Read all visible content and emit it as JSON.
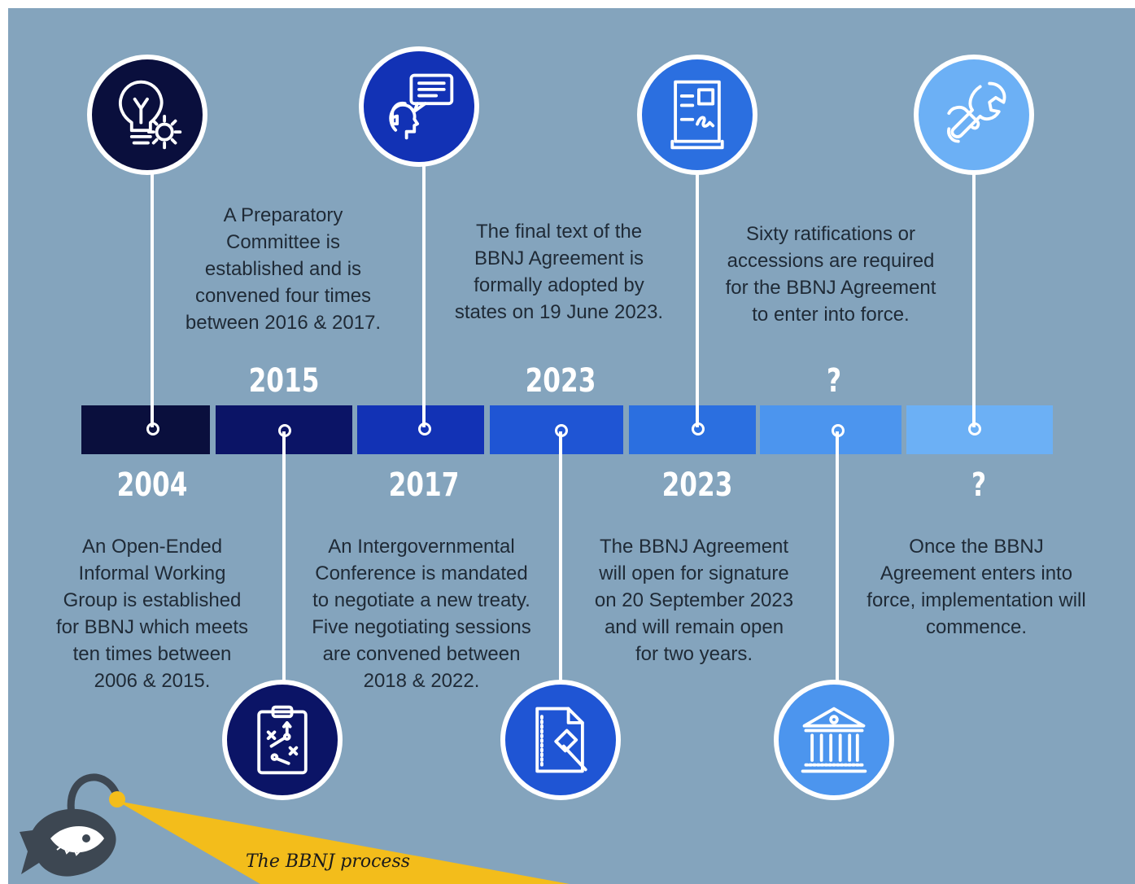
{
  "title": "The BBNJ process",
  "colors": {
    "background": "#84a4bd",
    "seg1": "#0a0f3d",
    "seg2": "#0b1466",
    "seg3": "#1232b5",
    "seg4": "#1f55d4",
    "seg5": "#2b6fe0",
    "seg6": "#4c95ee",
    "seg7": "#6cb0f5",
    "beam": "#f3bd1b"
  },
  "milestones": [
    {
      "year": "2004",
      "icon": "lightbulb-gear-icon",
      "description": [
        "An Open-Ended",
        "Informal Working",
        "Group is established",
        "for BBNJ which meets",
        "ten times between",
        "2006 & 2015."
      ]
    },
    {
      "year": "2015",
      "icon": "strategy-clipboard-icon",
      "description": [
        "A Preparatory",
        "Committee is",
        "established and is",
        "convened four times",
        "between 2016 & 2017."
      ]
    },
    {
      "year": "2017",
      "icon": "negotiation-chat-icon",
      "description": [
        "An Intergovernmental",
        "Conference is mandated",
        "to negotiate a new treaty.",
        "Five negotiating sessions",
        "are convened between",
        "2018 & 2022."
      ]
    },
    {
      "year": "2023",
      "icon": "gavel-document-icon",
      "description": [
        "The final text of the",
        "BBNJ Agreement is",
        "formally adopted by",
        "states on 19 June 2023."
      ]
    },
    {
      "year": "2023",
      "icon": "signed-document-icon",
      "description": [
        "The BBNJ Agreement",
        "will open for signature",
        "on 20 September 2023",
        "and will remain open",
        "for two years."
      ]
    },
    {
      "year": "?",
      "icon": "government-building-icon",
      "description": [
        "Sixty ratifications or",
        "accessions are required",
        "for the BBNJ Agreement",
        "to enter into force."
      ]
    },
    {
      "year": "?",
      "icon": "implementation-tools-icon",
      "description": [
        "Once the BBNJ",
        "Agreement enters into",
        "force, implementation will",
        "commence."
      ]
    }
  ]
}
